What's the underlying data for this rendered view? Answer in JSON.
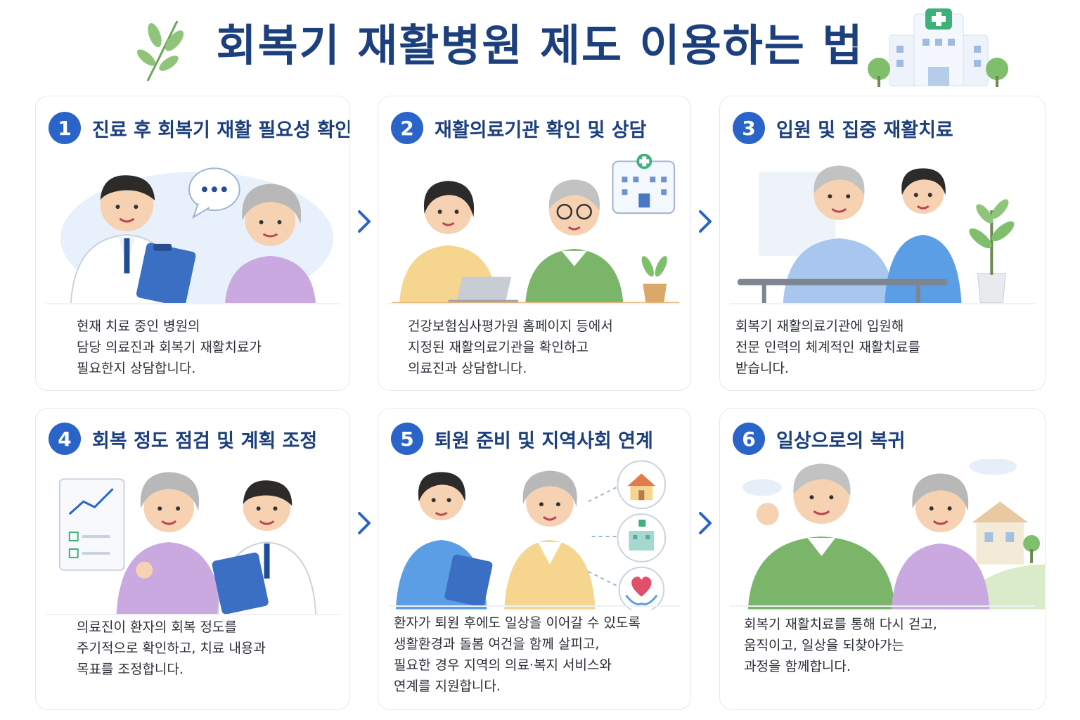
{
  "title": "회복기 재활병원 제도 이용하는 법",
  "colors": {
    "accent": "#2a64c8",
    "title": "#1c3f7d",
    "card_border": "#e3e8f0"
  },
  "steps": [
    {
      "number": "1",
      "title": "진료 후 회복기 재활 필요성 확인",
      "desc": [
        "현재 치료 중인 병원의",
        "담당 의료진과 회복기 재활치료가",
        "필요한지 상담합니다."
      ],
      "icons": [
        "doctor-icon",
        "speech-bubble-icon",
        "elderly-woman-icon"
      ]
    },
    {
      "number": "2",
      "title": "재활의료기관 확인 및 상담",
      "desc": [
        "건강보험심사평가원 홈페이지 등에서",
        "지정된 재활의료기관을 확인하고",
        "의료진과 상담합니다."
      ],
      "icons": [
        "counselor-icon",
        "laptop-icon",
        "elderly-man-icon",
        "hospital-icon",
        "plant-icon"
      ]
    },
    {
      "number": "3",
      "title": "입원 및 집중 재활치료",
      "desc": [
        "회복기 재활의료기관에 입원해",
        "전문 인력의 체계적인 재활치료를",
        "받습니다."
      ],
      "icons": [
        "elderly-man-icon",
        "nurse-icon",
        "parallel-bars-icon",
        "plant-icon"
      ]
    },
    {
      "number": "4",
      "title": "회복 정도 점검 및 계획 조정",
      "desc": [
        "의료진이 환자의 회복 정도를",
        "주기적으로 확인하고, 치료 내용과",
        "목표를 조정합니다."
      ],
      "icons": [
        "progress-chart-icon",
        "elderly-woman-icon",
        "doctor-icon"
      ]
    },
    {
      "number": "5",
      "title": "퇴원 준비 및 지역사회 연계",
      "desc": [
        "환자가 퇴원 후에도 일상을 이어갈 수 있도록",
        "생활환경과 돌봄 여건을 함께 살피고,",
        "필요한 경우 지역의 의료·복지 서비스와",
        "연계를 지원합니다."
      ],
      "icons": [
        "nurse-icon",
        "elderly-woman-icon",
        "house-icon",
        "clinic-icon",
        "heart-hands-icon"
      ]
    },
    {
      "number": "6",
      "title": "일상으로의 복귀",
      "desc": [
        "회복기 재활치료를 통해 다시 걷고,",
        "움직이고, 일상을 되찾아가는",
        "과정을 함께합니다."
      ],
      "icons": [
        "elderly-man-icon",
        "elderly-woman-icon",
        "house-icon",
        "tree-icon"
      ]
    }
  ]
}
